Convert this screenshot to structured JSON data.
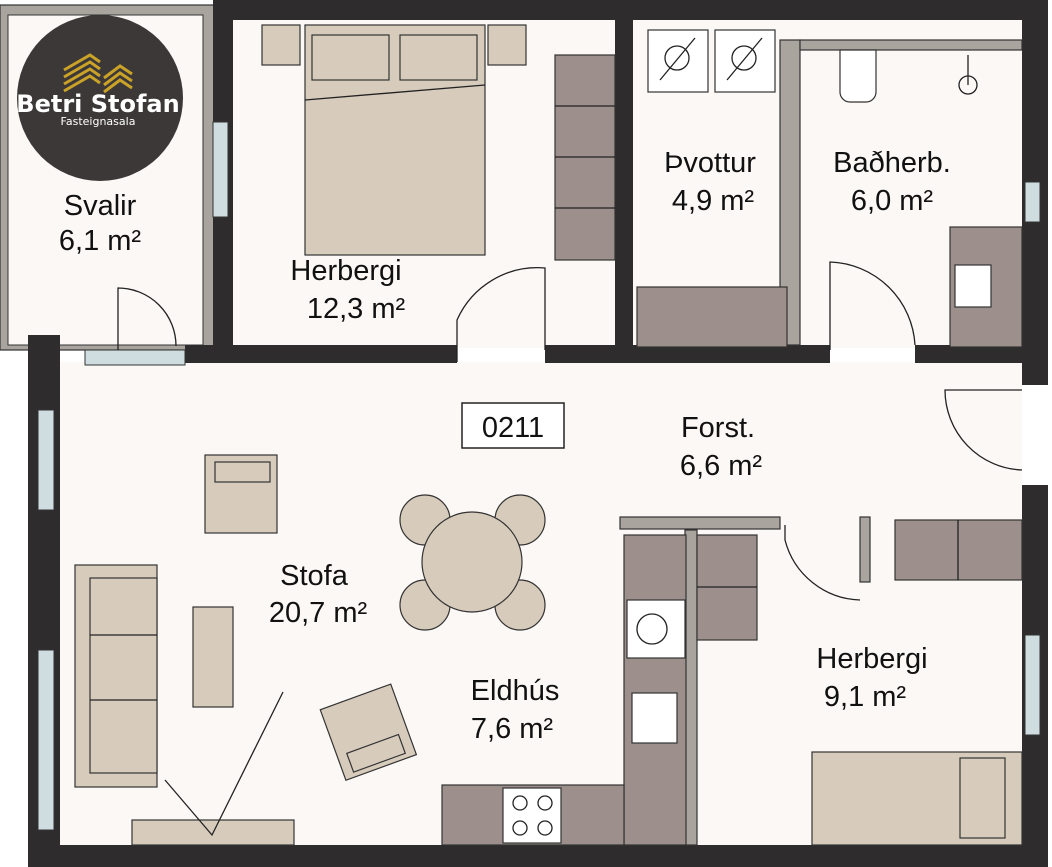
{
  "logo": {
    "name": "Betri Stofan",
    "subtitle": "Fasteignasala",
    "colors": {
      "circle": "#363232",
      "gold": "#c9a227"
    }
  },
  "unit_number": "0211",
  "rooms": [
    {
      "name": "Svalir",
      "area": "6,1 m²"
    },
    {
      "name": "Herbergi",
      "area": "12,3 m²"
    },
    {
      "name": "Þvottur",
      "area": "4,9 m²"
    },
    {
      "name": "Baðherb.",
      "area": "6,0 m²"
    },
    {
      "name": "Forst.",
      "area": "6,6 m²"
    },
    {
      "name": "Stofa",
      "area": "20,7 m²"
    },
    {
      "name": "Eldhús",
      "area": "7,6 m²"
    },
    {
      "name": "Herbergi",
      "area": "9,1 m²"
    }
  ],
  "colors": {
    "wall": "#2e2c2c",
    "floor": "#fbf8f5",
    "furniture_dark": "#9c8f8c",
    "furniture_light": "#d7cbbc"
  }
}
